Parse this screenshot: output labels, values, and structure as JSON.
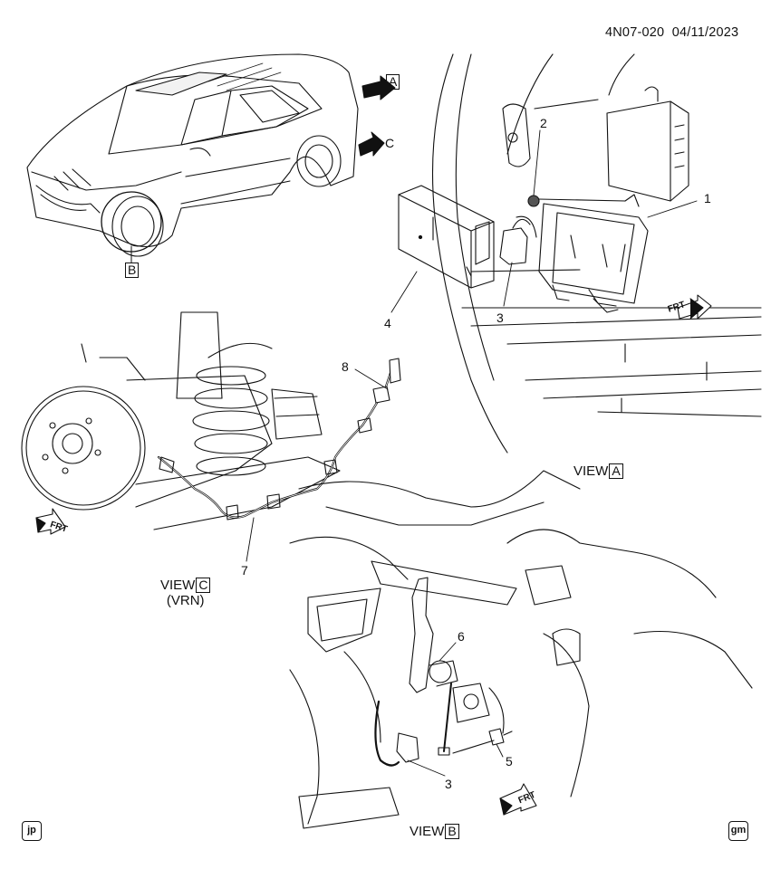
{
  "header": {
    "doc_id": "4N07-020",
    "date": "04/11/2023"
  },
  "callouts": [
    "1",
    "2",
    "3",
    "4",
    "3",
    "5",
    "6",
    "7",
    "8"
  ],
  "views": {
    "a": {
      "prefix": "VIEW",
      "letter": "A"
    },
    "b": {
      "prefix": "VIEW",
      "letter": "B"
    },
    "c": {
      "prefix": "VIEW",
      "letter": "C",
      "note": "(VRN)"
    }
  },
  "vehicle_markers": {
    "a": "A",
    "b": "B",
    "c": "C"
  },
  "frt_labels": [
    "FRT",
    "FRT",
    "FRT"
  ],
  "corner_badges": {
    "left": "jp",
    "right": "gm"
  }
}
